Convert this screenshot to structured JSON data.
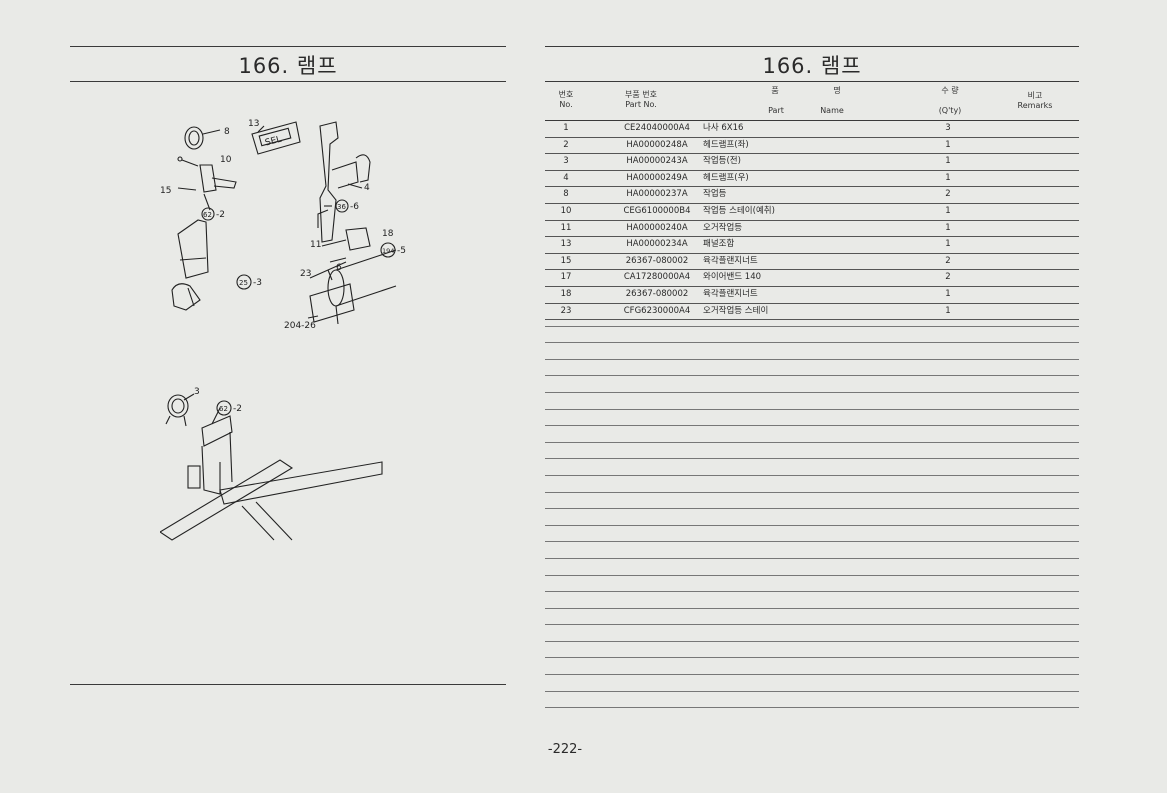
{
  "left_page": {
    "title": "166. 램프",
    "callouts": {
      "c8": "8",
      "c10": "10",
      "c13": "13",
      "c15": "15",
      "c4": "4",
      "c62a": "62",
      "c62a_suffix": "-2",
      "c36": "36",
      "c36_suffix": "-6",
      "c11": "11",
      "c18": "18",
      "c194": "194",
      "c194_suffix": "-5",
      "c23": "23",
      "c6": "6",
      "c25": "25",
      "c25_suffix": "-3",
      "c20426": "204-26",
      "c3": "3",
      "c62b": "62",
      "c62b_suffix": "-2",
      "panel_text": "SEL"
    }
  },
  "right_page": {
    "title": "166. 램프",
    "headers": {
      "no_ko": "번호",
      "no_en": "No.",
      "pn_ko": "부품 번호",
      "pn_en": "Part No.",
      "name_ko1": "품",
      "name_ko2": "명",
      "name_en1": "Part",
      "name_en2": "Name",
      "qty_ko": "수 량",
      "qty_en": "(Q'ty)",
      "rem_ko": "비고",
      "rem_en": "Remarks"
    },
    "rows": [
      {
        "no": "1",
        "part_no": "CE24040000A4",
        "name": "나사 6X16",
        "qty": "3"
      },
      {
        "no": "2",
        "part_no": "HA00000248A",
        "name": "헤드램프(좌)",
        "qty": "1"
      },
      {
        "no": "3",
        "part_no": "HA00000243A",
        "name": "작업등(전)",
        "qty": "1"
      },
      {
        "no": "4",
        "part_no": "HA00000249A",
        "name": "헤드램프(우)",
        "qty": "1"
      },
      {
        "no": "8",
        "part_no": "HA00000237A",
        "name": "작업등",
        "qty": "2"
      },
      {
        "no": "10",
        "part_no": "CEG6100000B4",
        "name": "작업등 스테이(예취)",
        "qty": "1"
      },
      {
        "no": "11",
        "part_no": "HA00000240A",
        "name": "오거작업등",
        "qty": "1"
      },
      {
        "no": "13",
        "part_no": "HA00000234A",
        "name": "패널조합",
        "qty": "1"
      },
      {
        "no": "15",
        "part_no": "26367-080002",
        "name": "육각플랜지너트",
        "qty": "2"
      },
      {
        "no": "17",
        "part_no": "CA17280000A4",
        "name": "와이어밴드 140",
        "qty": "2"
      },
      {
        "no": "18",
        "part_no": "26367-080002",
        "name": "육각플랜지너트",
        "qty": "1"
      },
      {
        "no": "23",
        "part_no": "CFG6230000A4",
        "name": "오거작업등 스테이",
        "qty": "1"
      }
    ]
  },
  "footer": {
    "page_number": "-222-"
  }
}
